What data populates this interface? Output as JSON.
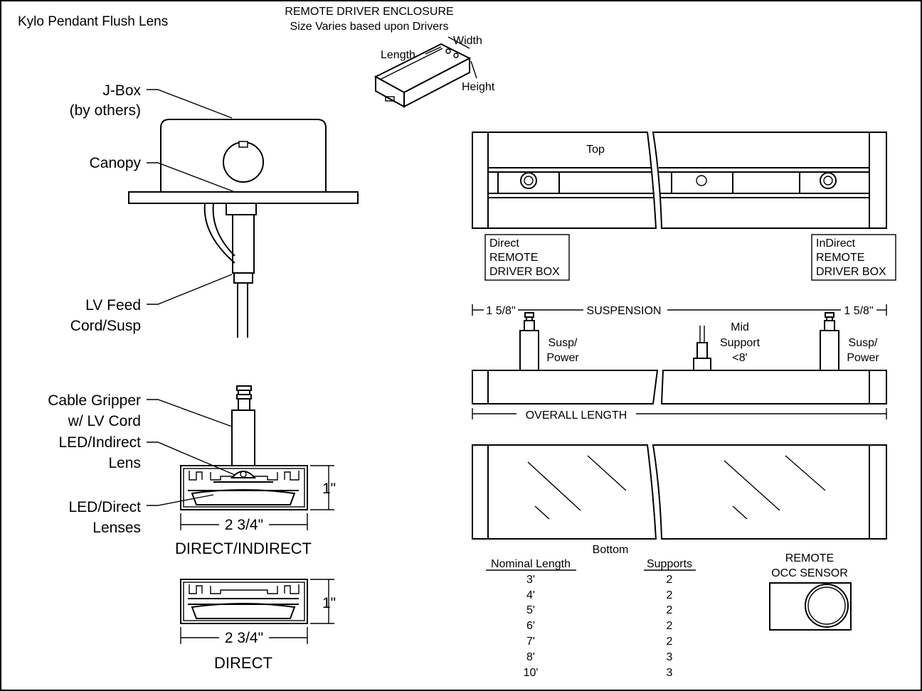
{
  "title": "Kylo Pendant Flush Lens",
  "driver_enclosure": {
    "heading": "REMOTE DRIVER ENCLOSURE",
    "subheading": "Size Varies based upon Drivers",
    "length": "Length",
    "width": "Width",
    "height": "Height"
  },
  "pendant_labels": {
    "jbox_1": "J-Box",
    "jbox_2": "(by others)",
    "canopy": "Canopy",
    "feed_1": "LV Feed",
    "feed_2": "Cord/Susp"
  },
  "section_labels": {
    "gripper_1": "Cable Gripper",
    "gripper_2": "w/ LV Cord",
    "indirect_1": "LED/Indirect",
    "indirect_2": "Lens",
    "direct_1": "LED/Direct",
    "direct_2": "Lenses"
  },
  "di_section": {
    "height": "1\"",
    "width": "2 3/4\"",
    "caption": "DIRECT/INDIRECT"
  },
  "d_section": {
    "height": "1\"",
    "width": "2 3/4\"",
    "caption": "DIRECT"
  },
  "top_view": {
    "label": "Top",
    "direct_box": [
      "Direct",
      "REMOTE",
      "DRIVER BOX"
    ],
    "indirect_box": [
      "InDirect",
      "REMOTE",
      "DRIVER BOX"
    ]
  },
  "side_view": {
    "end_left": "1 5/8\"",
    "end_right": "1 5/8\"",
    "suspension": "SUSPENSION",
    "susp_left": [
      "Susp/",
      "Power"
    ],
    "mid": [
      "Mid",
      "Support",
      "<8'"
    ],
    "susp_right": [
      "Susp/",
      "Power"
    ],
    "overall": "OVERALL LENGTH"
  },
  "bottom_view": {
    "label": "Bottom"
  },
  "supports_table": {
    "headers": [
      "Nominal Length",
      "Supports"
    ],
    "rows": [
      [
        "3'",
        "2"
      ],
      [
        "4'",
        "2"
      ],
      [
        "5'",
        "2"
      ],
      [
        "6'",
        "2"
      ],
      [
        "7'",
        "2"
      ],
      [
        "8'",
        "3"
      ],
      [
        "10'",
        "3"
      ]
    ]
  },
  "sensor": {
    "line1": "REMOTE",
    "line2": "OCC SENSOR"
  }
}
